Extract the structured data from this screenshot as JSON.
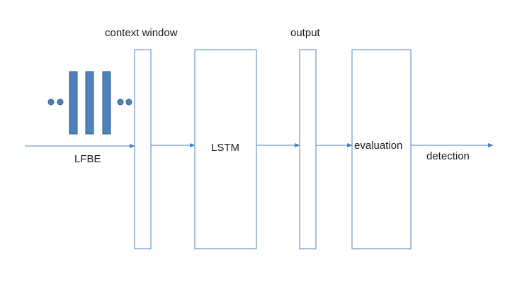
{
  "labels": {
    "context_window": "context window",
    "output": "output",
    "lfbe": "LFBE",
    "lstm": "LSTM",
    "evaluation": "evaluation",
    "detection": "detection"
  },
  "colors": {
    "line": "#4f81bd",
    "frame_fill": "#4f81bd",
    "frame_stroke": "#2e5d8f",
    "text": "#1a1a1a"
  },
  "feature_frames": {
    "count": 3,
    "ellipsis_dots_each_side": 2
  }
}
